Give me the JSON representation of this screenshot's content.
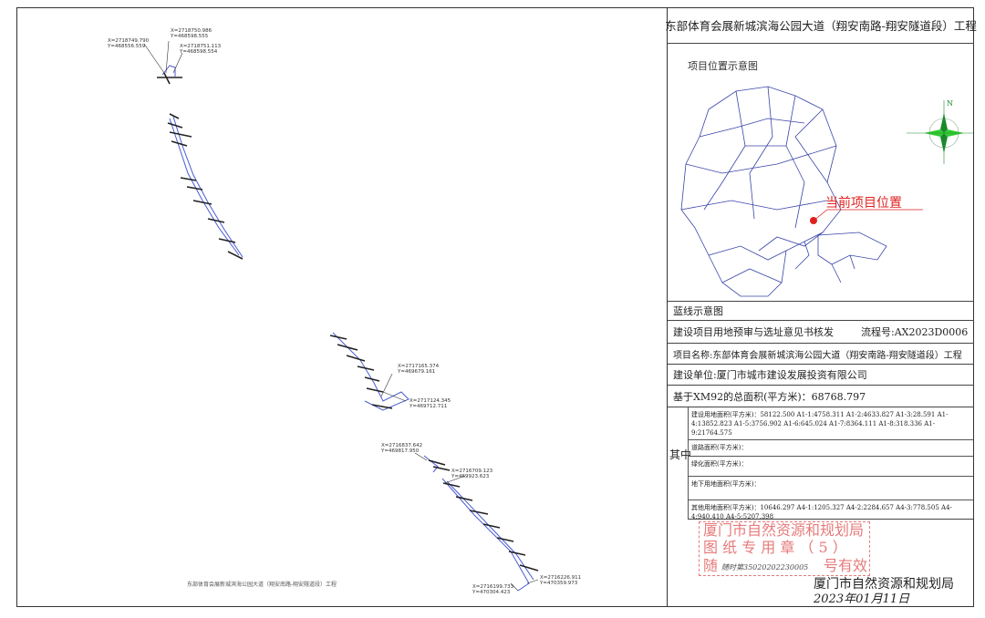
{
  "panel": {
    "title": "东部体育会展新城滨海公园大道（翔安南路-翔安隧道段）工程",
    "map_label": "项目位置示意图",
    "map_marker_label": "当前项目位置",
    "north_label": "N",
    "blueline_label": "蓝线示意图",
    "approval": "建设项目用地预审与选址意见书核发",
    "flow_no": "流程号:AX2023D0006",
    "project_name": "项目名称:东部体育会展新城滨海公园大道（翔安南路-翔安隧道段）工程",
    "unit": "建设单位:厦门市城市建设发展投资有限公司",
    "total_area": "基于XM92的总面积(平方米)：68768.797",
    "among": "其中",
    "construction_area": "建设用地面积(平方米)：58122.500 A1-1:4758.311 A1-2:4633.827 A1-3:28.591 A1-4:13852.823 A1-5:3756.902 A1-6:645.024 A1-7:8364.111 A1-8:318.336 A1-9:21764.575",
    "road_area": "道路面积(平方米)：",
    "green_area": "绿化面积(平方米)：",
    "underground_area": "地下用地面积(平方米)：",
    "other_area": "其他用地面积(平方米)：10646.297 A4-1:1205.327 A4-2:2284.657 A4-3:778.505 A4-4:940.410 A4-5:5207.398",
    "stamp_line1": "厦门市自然资源和规划局",
    "stamp_line2": "图 纸 专 用 章 （ 5 ）",
    "stamp_line3": "随",
    "stamp_line4": "号有效",
    "stamp_handwriting": "随时第35020202230005",
    "issuer": "厦门市自然资源和规划局",
    "date": "2023年01月11日"
  },
  "drawing": {
    "footer_title": "东部体育会展新城滨海公园大道（翔安南路-翔安隧道段）工程",
    "coords": [
      "X=2718749.790\nY=468556.559",
      "X=2718750.986\nY=468598.555",
      "X=2718751.113\nY=468598.554",
      "X=2717165.374\nY=469679.161",
      "X=2717124.345\nY=469712.711",
      "X=2716837.642\nY=469817.950",
      "X=2716709.123\nY=469923.623",
      "X=2716226.911\nY=470359.973",
      "X=2716199.733\nY=470304.423"
    ]
  },
  "colors": {
    "blue_line": "#4a5bd0",
    "stamp": "#e05a5a",
    "marker": "#e02020"
  }
}
